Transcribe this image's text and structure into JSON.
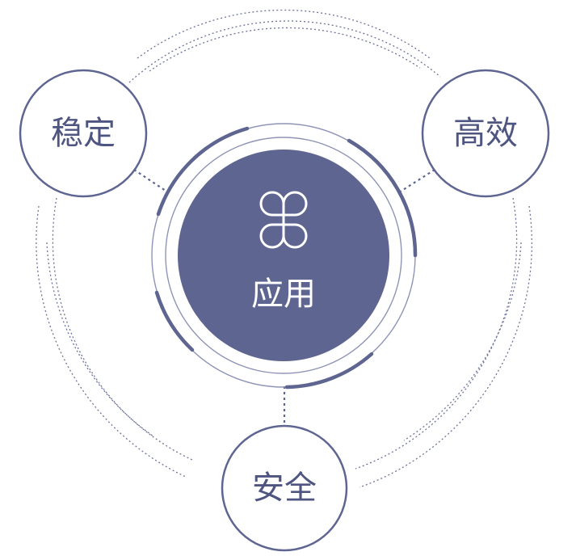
{
  "center": {
    "label": "应用",
    "icon": "clover-icon"
  },
  "nodes": [
    {
      "id": "stable",
      "label": "稳定"
    },
    {
      "id": "efficient",
      "label": "高效"
    },
    {
      "id": "secure",
      "label": "安全"
    }
  ],
  "colors": {
    "primary": "#5e6591",
    "text": "#4e5580",
    "background": "#ffffff"
  }
}
